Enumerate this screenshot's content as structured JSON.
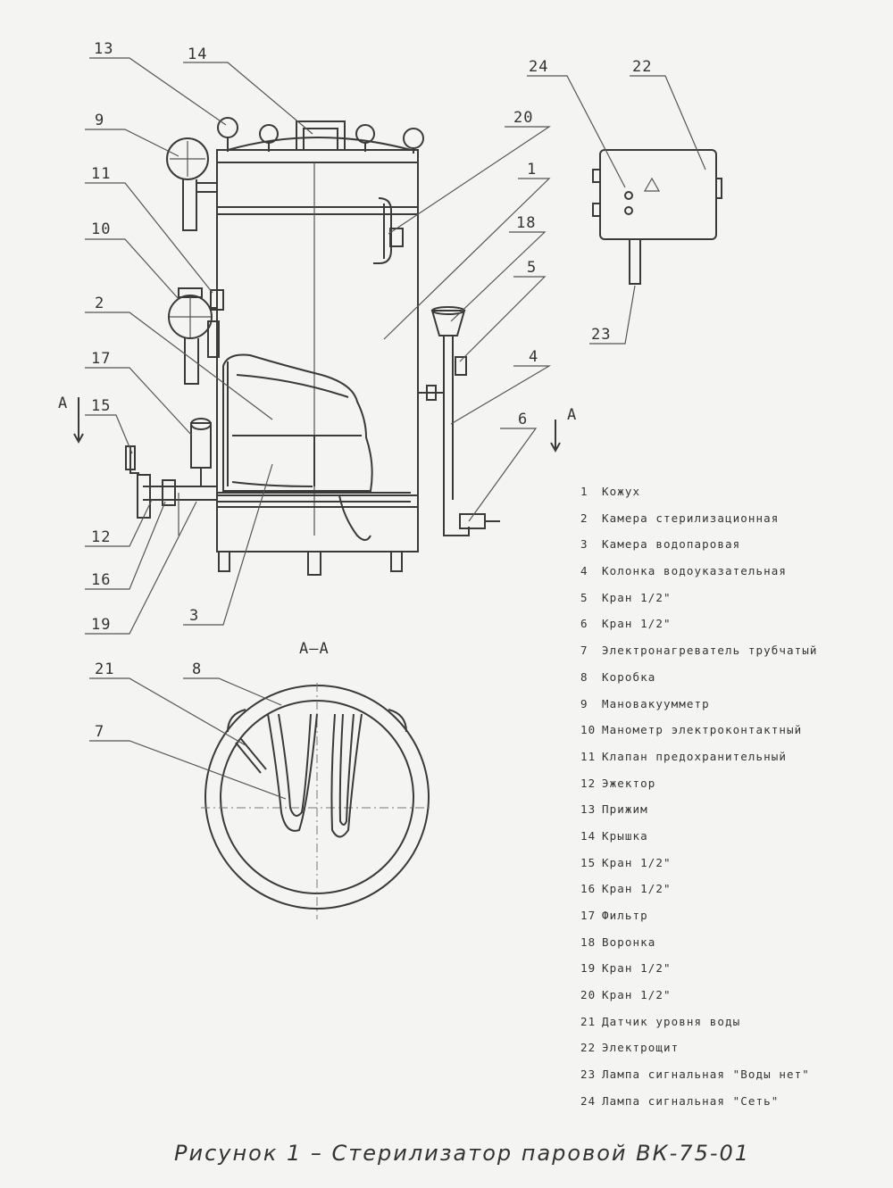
{
  "diagram": {
    "callouts": [
      "13",
      "14",
      "9",
      "11",
      "10",
      "2",
      "17",
      "15",
      "12",
      "16",
      "19",
      "3",
      "20",
      "1",
      "18",
      "5",
      "4",
      "6",
      "24",
      "22",
      "23",
      "21",
      "8",
      "7"
    ],
    "section_marks": [
      "A",
      "A"
    ],
    "section_title": "A–A"
  },
  "legend": [
    {
      "num": "1",
      "text": "Кожух"
    },
    {
      "num": "2",
      "text": "Камера стерилизационная"
    },
    {
      "num": "3",
      "text": "Камера водопаровая"
    },
    {
      "num": "4",
      "text": "Колонка водоуказательная"
    },
    {
      "num": "5",
      "text": "Кран 1/2\""
    },
    {
      "num": "6",
      "text": "Кран 1/2\""
    },
    {
      "num": "7",
      "text": "Электронагреватель трубчатый"
    },
    {
      "num": "8",
      "text": "Коробка"
    },
    {
      "num": "9",
      "text": "Мановакуумметр"
    },
    {
      "num": "10",
      "text": "Манометр электроконтактный"
    },
    {
      "num": "11",
      "text": "Клапан предохранительный"
    },
    {
      "num": "12",
      "text": "Эжектор"
    },
    {
      "num": "13",
      "text": "Прижим"
    },
    {
      "num": "14",
      "text": "Крышка"
    },
    {
      "num": "15",
      "text": "Кран 1/2\""
    },
    {
      "num": "16",
      "text": "Кран 1/2\""
    },
    {
      "num": "17",
      "text": "Фильтр"
    },
    {
      "num": "18",
      "text": "Воронка"
    },
    {
      "num": "19",
      "text": "Кран 1/2\""
    },
    {
      "num": "20",
      "text": "Кран 1/2\""
    },
    {
      "num": "21",
      "text": "Датчик уровня воды"
    },
    {
      "num": "22",
      "text": "Электрощит"
    },
    {
      "num": "23",
      "text": "Лампа сигнальная \"Воды нет\""
    },
    {
      "num": "24",
      "text": "Лампа сигнальная \"Сеть\""
    }
  ],
  "caption": "Рисунок 1 – Стерилизатор паровой ВК-75-01"
}
